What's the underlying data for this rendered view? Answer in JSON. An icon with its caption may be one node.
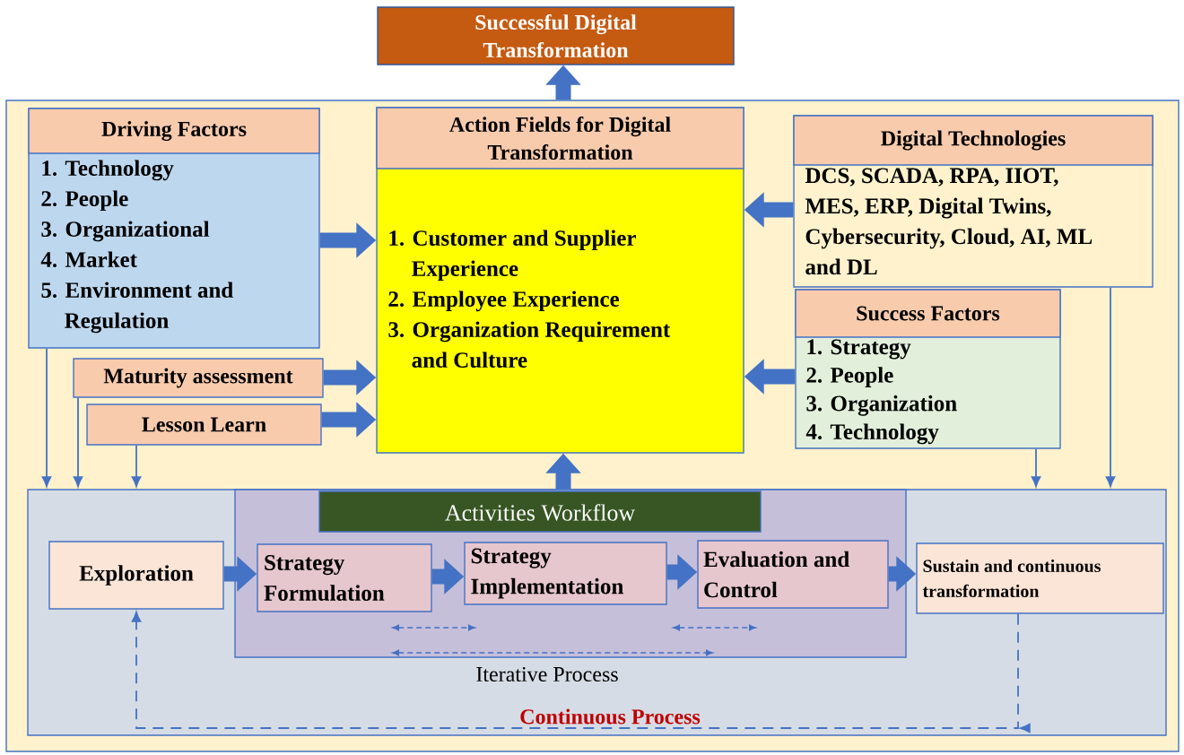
{
  "diagram": {
    "nodes": [
      {
        "text": [
          "Successful Digital Transformation"
        ]
      },
      {
        "text": [],
        "shape": "box"
      },
      {
        "text": [
          "Driving Factors",
          "1. Technology",
          "2. People",
          "3. Organizational",
          "4. Market",
          "5. Environment and Regulation"
        ],
        "in": 1
      },
      {
        "text": [
          "Action Fields for Digital Transformation",
          "1. Customer and Supplier Experience",
          "2. Employee Experience",
          "3. Organization Requirement and Culture"
        ],
        "in": 1
      },
      {
        "text": [
          "Digital Technologies",
          "DCS, SCADA, RPA, IIOT, MES, ERP, Digital Twins, Cybersecurity, Cloud, AI, ML and DL"
        ],
        "in": 1
      },
      {
        "text": [
          "Success Factors",
          "1. Strategy",
          "2. People",
          "3. Organization",
          "4. Technology"
        ],
        "in": 1
      },
      {
        "text": [
          "Maturity assessment"
        ],
        "in": 1
      },
      {
        "text": [
          "Lesson Learn"
        ],
        "in": 1
      },
      {
        "text": [],
        "shape": "box",
        "in": 1
      },
      {
        "text": [
          "Activities Workflow"
        ],
        "in": 8
      },
      {
        "text": [
          "Exploration"
        ],
        "in": 8
      },
      {
        "text": [
          "Strategy Formulation"
        ],
        "in": 9
      },
      {
        "text": [
          "Strategy Implementation"
        ],
        "in": 9
      },
      {
        "text": [
          "Evaluation and Control"
        ],
        "in": 9
      },
      {
        "text": [
          "Sustain and continuous transformation"
        ],
        "in": 8
      }
    ],
    "edges": [
      {
        "from": 1,
        "to": 0,
        "arrow": "to"
      },
      {
        "from": 2,
        "to": 3,
        "arrow": "to"
      },
      {
        "from": 6,
        "to": 3,
        "arrow": "to"
      },
      {
        "from": 7,
        "to": 3,
        "arrow": "to"
      },
      {
        "from": 4,
        "to": 3,
        "arrow": "to"
      },
      {
        "from": 5,
        "to": 3,
        "arrow": "to"
      },
      {
        "from": 9,
        "to": 3,
        "arrow": "to"
      },
      {
        "from": 10,
        "to": 11,
        "arrow": "to"
      },
      {
        "from": 11,
        "to": 12,
        "arrow": "to"
      },
      {
        "from": 12,
        "to": 13,
        "arrow": "to"
      },
      {
        "from": 13,
        "to": 14,
        "arrow": "to"
      },
      {
        "from": 2,
        "to": 8,
        "arrow": "to"
      },
      {
        "from": 6,
        "to": 8,
        "arrow": "to"
      },
      {
        "from": 7,
        "to": 8,
        "arrow": "to"
      },
      {
        "from": 5,
        "to": 8,
        "arrow": "to"
      },
      {
        "from": 4,
        "to": 8,
        "arrow": "to"
      },
      {
        "from": 14,
        "to": 10,
        "arrow": "to",
        "style": "dashed"
      }
    ],
    "labels": [
      "Iterative Process",
      "Continuous Process"
    ]
  }
}
